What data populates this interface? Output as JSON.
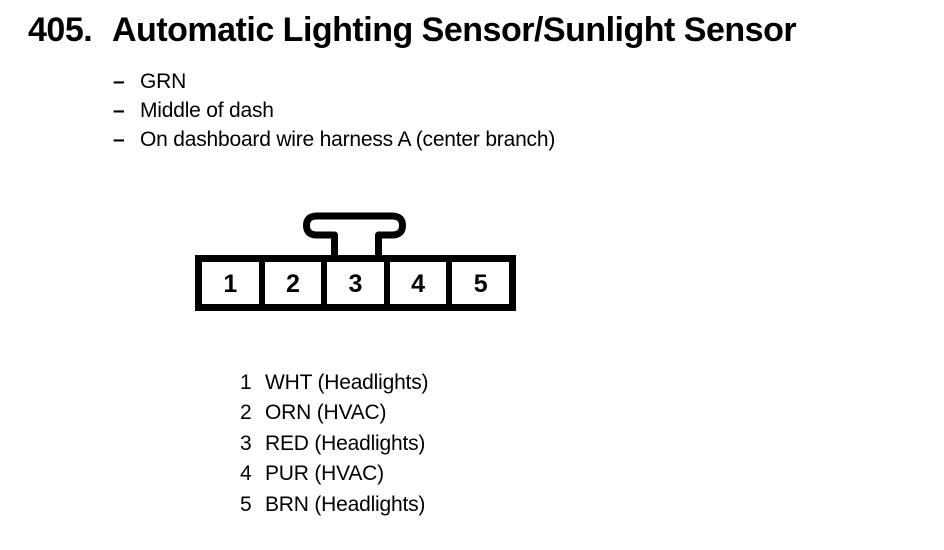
{
  "page": {
    "number": "405.",
    "title": "Automatic Lighting Sensor/Sunlight Sensor",
    "bullet_char": "–",
    "notes": [
      "GRN",
      "Middle of dash",
      "On dashboard wire harness A (center branch)"
    ]
  },
  "connector": {
    "pins": [
      "1",
      "2",
      "3",
      "4",
      "5"
    ]
  },
  "pinout": [
    {
      "pin": "1",
      "label": "WHT (Headlights)"
    },
    {
      "pin": "2",
      "label": "ORN (HVAC)"
    },
    {
      "pin": "3",
      "label": "RED (Headlights)"
    },
    {
      "pin": "4",
      "label": "PUR (HVAC)"
    },
    {
      "pin": "5",
      "label": "BRN (Headlights)"
    }
  ],
  "colors": {
    "ink": "#000000",
    "background": "#ffffff"
  }
}
